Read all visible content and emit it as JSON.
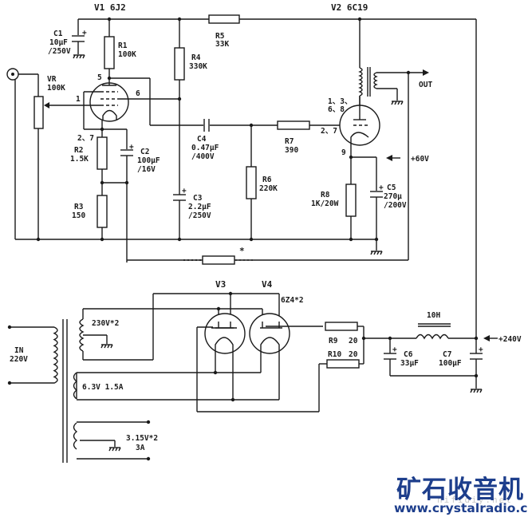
{
  "diagram": {
    "type": "vacuum tube amplifier schematic",
    "tubes": {
      "v1": {
        "label": "V1 6J2",
        "pins": {
          "p5": "5",
          "p1": "1",
          "p6": "6",
          "p27": "2、7"
        }
      },
      "v2": {
        "label": "V2 6C19",
        "pins": {
          "p1368a": "1、3、",
          "p1368b": "6、8",
          "p27": "2、7",
          "p9": "9"
        }
      },
      "v3": {
        "label": "V3"
      },
      "v4": {
        "label": "V4"
      },
      "rectifier_type": "6Z4*2"
    },
    "components": {
      "c1": {
        "name": "C1",
        "value": "10μF",
        "rating": "/250V"
      },
      "r1": {
        "name": "R1",
        "value": "100K"
      },
      "r4": {
        "name": "R4",
        "value": "330K"
      },
      "r5": {
        "name": "R5",
        "value": "33K"
      },
      "vr": {
        "name": "VR",
        "value": "100K"
      },
      "r2": {
        "name": "R2",
        "value": "1.5K"
      },
      "c2": {
        "name": "C2",
        "value": "100μF",
        "rating": "/16V"
      },
      "r3": {
        "name": "R3",
        "value": "150"
      },
      "c4": {
        "name": "C4",
        "value": "0.47μF",
        "rating": "/400V"
      },
      "c3": {
        "name": "C3",
        "value": "2.2μF",
        "rating": "/250V"
      },
      "r6": {
        "name": "R6",
        "value": "220K"
      },
      "r7": {
        "name": "R7",
        "value": "390"
      },
      "r8": {
        "name": "R8",
        "value": "1K/20W"
      },
      "c5": {
        "name": "C5",
        "value": "270μ",
        "rating": "/200V"
      },
      "r9": {
        "name": "R9",
        "value": "20"
      },
      "r10": {
        "name": "R10",
        "value": "20"
      },
      "c6": {
        "name": "C6",
        "value": "33μF"
      },
      "c7": {
        "name": "C7",
        "value": "100μF"
      },
      "choke": {
        "value": "10H"
      },
      "feedback_marker": "*"
    },
    "transformer": {
      "primary": {
        "label": "IN",
        "voltage": "220V"
      },
      "hv": "230V*2",
      "heater1": "6.3V 1.5A",
      "heater2_a": "3.15V*2",
      "heater2_b": "3A"
    },
    "signals": {
      "out": "OUT",
      "v60": "+60V",
      "v240": "+240V"
    },
    "plus_sign": "+"
  },
  "branding": {
    "title_cn": "矿石收音机",
    "url": "www.crystalradio.cn",
    "watermark": "hifidiy.net"
  }
}
